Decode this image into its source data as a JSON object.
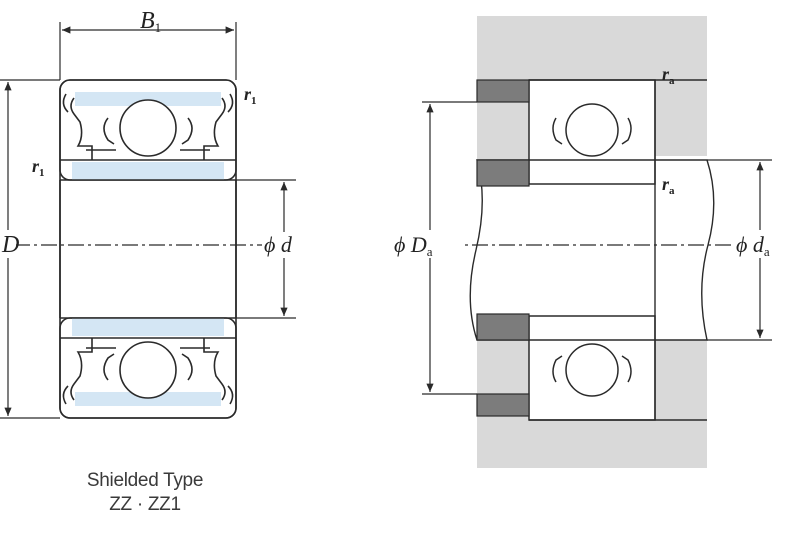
{
  "left_figure": {
    "caption_line1": "Shielded Type",
    "caption_line2": "ZZ · ZZ1",
    "labels": {
      "B": "B",
      "B_sub": "1",
      "D": "D",
      "phi_d": "ϕ d",
      "r_top": "r",
      "r_top_sub": "1",
      "r_left": "r",
      "r_left_sub": "1"
    }
  },
  "right_figure": {
    "labels": {
      "phi_Da": "ϕ D",
      "Da_sub": "a",
      "phi_da": "ϕ d",
      "da_sub": "a",
      "r_top": "r",
      "r_top_sub": "a",
      "r_mid": "r",
      "r_mid_sub": "a"
    }
  },
  "colors": {
    "outline": "#2a2a2a",
    "shield_fill": "#d4e6f4",
    "housing_fill": "#d9d9d9",
    "spacer_fill": "#7c7c7c",
    "background": "#ffffff"
  }
}
